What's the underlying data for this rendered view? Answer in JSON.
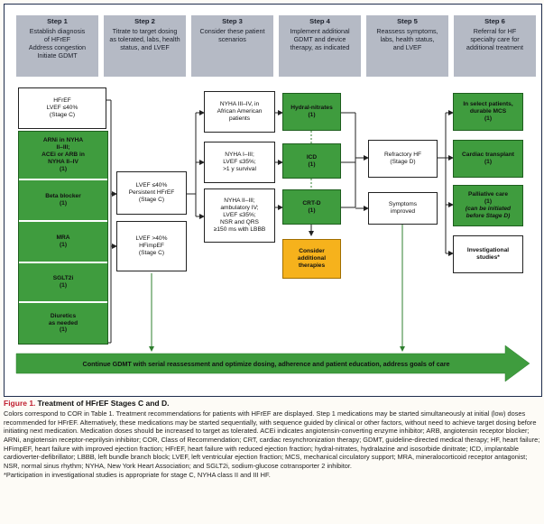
{
  "steps": [
    {
      "title": "Step 1",
      "lines": [
        "Establish diagnosis",
        "of HFrEF",
        "Address congestion",
        "Initiate GDMT"
      ]
    },
    {
      "title": "Step 2",
      "lines": [
        "Titrate to target dosing",
        "as tolerated, labs, health",
        "status, and LVEF"
      ]
    },
    {
      "title": "Step 3",
      "lines": [
        "Consider these patient",
        "scenarios"
      ]
    },
    {
      "title": "Step 4",
      "lines": [
        "Implement additional",
        "GDMT and device",
        "therapy, as indicated"
      ]
    },
    {
      "title": "Step 5",
      "lines": [
        "Reassess symptoms,",
        "labs, health status,",
        "and LVEF"
      ]
    },
    {
      "title": "Step 6",
      "lines": [
        "Referral for HF",
        "specialty care for",
        "additional treatment"
      ]
    }
  ],
  "diagnosis_box": {
    "lines": [
      "HFrEF",
      "LVEF ≤40%",
      "(Stage C)"
    ]
  },
  "initial_meds": [
    {
      "lines": [
        "ARNi in NYHA",
        "II–III;",
        "ACEi or ARB in",
        "NYHA II–IV",
        "(1)"
      ]
    },
    {
      "lines": [
        "Beta blocker",
        "(1)"
      ]
    },
    {
      "lines": [
        "MRA",
        "(1)"
      ]
    },
    {
      "lines": [
        "SGLT2i",
        "(1)"
      ]
    },
    {
      "lines": [
        "Diuretics",
        "as needed",
        "(1)"
      ]
    }
  ],
  "step2": {
    "persistent": {
      "lines": [
        "LVEF ≤40%",
        "Persistent HFrEF",
        "(Stage C)"
      ]
    },
    "improved": {
      "lines": [
        "LVEF >40%",
        "HFimpEF",
        "(Stage C)"
      ]
    }
  },
  "scenarios": [
    {
      "lines": [
        "NYHA III–IV, in",
        "African American",
        "patients"
      ]
    },
    {
      "lines": [
        "NYHA I–III;",
        "LVEF ≤35%;",
        ">1 y survival"
      ]
    },
    {
      "lines": [
        "NYHA II–III;",
        "ambulatory IV;",
        "LVEF ≤35%;",
        "NSR and QRS",
        "≥150 ms with LBBB"
      ]
    }
  ],
  "therapies": [
    {
      "lines": [
        "Hydral-nitrates",
        "(1)"
      ]
    },
    {
      "lines": [
        "ICD",
        "(1)"
      ]
    },
    {
      "lines": [
        "CRT-D",
        "(1)"
      ]
    }
  ],
  "consider": {
    "lines": [
      "Consider",
      "additional",
      "therapies"
    ]
  },
  "step5": {
    "refractory": {
      "lines": [
        "Refractory HF",
        "(Stage D)"
      ]
    },
    "improved": {
      "lines": [
        "Symptoms",
        "improved"
      ]
    }
  },
  "step6": [
    {
      "lines": [
        "In select patients,",
        "durable MCS",
        "(1)"
      ]
    },
    {
      "lines": [
        "Cardiac transplant",
        "(1)"
      ]
    },
    {
      "lines": [
        "Palliative care",
        "(1)"
      ],
      "italic": [
        "(can be initiated",
        "before Stage D)"
      ]
    },
    {
      "lines": [
        "Investigational",
        "studies*"
      ]
    }
  ],
  "continue_arrow": "Continue GDMT with serial reassessment and optimize dosing, adherence and patient education, address goals of care",
  "caption": {
    "figure_label": "Figure 1.",
    "figure_title": "Treatment of HFrEF Stages C and D.",
    "body": "Colors correspond to COR in Table 1. Treatment recommendations for patients with HFrEF are displayed. Step 1 medications may be started simultaneously at initial (low) doses recommended for HFrEF. Alternatively, these medications may be started sequentially, with sequence guided by clinical or other factors, without need to achieve target dosing before initiating next medication. Medication doses should be increased to target as tolerated. ACEi indicates angiotensin-converting enzyme inhibitor; ARB, angiotensin receptor blocker; ARNi, angiotensin receptor-neprilysin inhibitor; COR, Class of Recommendation; CRT, cardiac resynchronization therapy; GDMT, guideline-directed medical therapy; HF, heart failure; HFimpEF, heart failure with improved ejection fraction; HFrEF, heart failure with reduced ejection fraction; hydral-nitrates, hydralazine and isosorbide dinitrate; ICD, implantable cardioverter-defibrillator; LBBB, left bundle branch block; LVEF, left ventricular ejection fraction; MCS, mechanical circulatory support; MRA, mineralocorticoid receptor antagonist; NSR, normal sinus rhythm; NYHA, New York Heart Association; and SGLT2i, sodium-glucose cotransporter 2 inhibitor.",
    "footnote": "*Participation in investigational studies is appropriate for stage C, NYHA class II and III HF."
  },
  "colors": {
    "green": "#3f9c3e",
    "orange": "#f6b21c",
    "header": "#b5bac5",
    "caption_red": "#c01f2f"
  }
}
